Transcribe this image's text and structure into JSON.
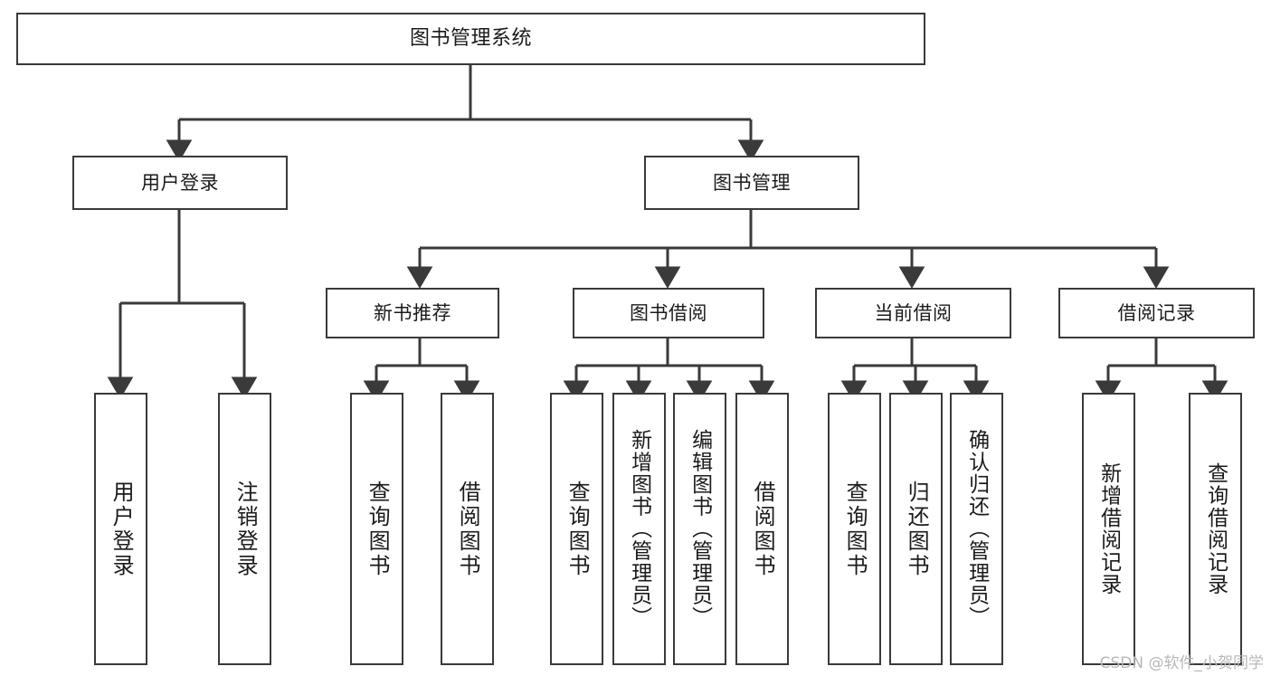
{
  "diagram": {
    "type": "tree",
    "title": "图书管理系统",
    "root": {
      "id": "root",
      "label": "图书管理系统"
    },
    "level2": [
      {
        "id": "user-login",
        "label": "用户登录"
      },
      {
        "id": "book-manage",
        "label": "图书管理"
      }
    ],
    "level3": [
      {
        "id": "new-book-rec",
        "label": "新书推荐",
        "parent": "book-manage"
      },
      {
        "id": "book-borrow",
        "label": "图书借阅",
        "parent": "book-manage"
      },
      {
        "id": "current-borrow",
        "label": "当前借阅",
        "parent": "book-manage"
      },
      {
        "id": "borrow-record",
        "label": "借阅记录",
        "parent": "book-manage"
      }
    ],
    "leaves": [
      {
        "id": "leaf-user-login",
        "label": "用户登录",
        "parent": "user-login"
      },
      {
        "id": "leaf-user-logout",
        "label": "注销登录",
        "parent": "user-login"
      },
      {
        "id": "leaf-query-book-1",
        "label": "查询图书",
        "parent": "new-book-rec"
      },
      {
        "id": "leaf-borrow-book-1",
        "label": "借阅图书",
        "parent": "new-book-rec"
      },
      {
        "id": "leaf-query-book-2",
        "label": "查询图书",
        "parent": "book-borrow"
      },
      {
        "id": "leaf-add-book",
        "label": "新增图书（管理员）",
        "parent": "book-borrow"
      },
      {
        "id": "leaf-edit-book",
        "label": "编辑图书（管理员）",
        "parent": "book-borrow"
      },
      {
        "id": "leaf-borrow-book-2",
        "label": "借阅图书",
        "parent": "book-borrow"
      },
      {
        "id": "leaf-query-book-3",
        "label": "查询图书",
        "parent": "current-borrow"
      },
      {
        "id": "leaf-return-book",
        "label": "归还图书",
        "parent": "current-borrow"
      },
      {
        "id": "leaf-confirm-return",
        "label": "确认归还（管理员）",
        "parent": "current-borrow"
      },
      {
        "id": "leaf-add-record",
        "label": "新增借阅记录",
        "parent": "borrow-record"
      },
      {
        "id": "leaf-query-record",
        "label": "查询借阅记录",
        "parent": "borrow-record"
      }
    ]
  },
  "watermark": {
    "text": "CSDN @软件_小贺同学"
  },
  "colors": {
    "stroke": "#3a3a3a",
    "box_fill": "#ffffff",
    "text": "#1b1b1b",
    "background": "#ffffff",
    "watermark": "#b8b8b8"
  }
}
